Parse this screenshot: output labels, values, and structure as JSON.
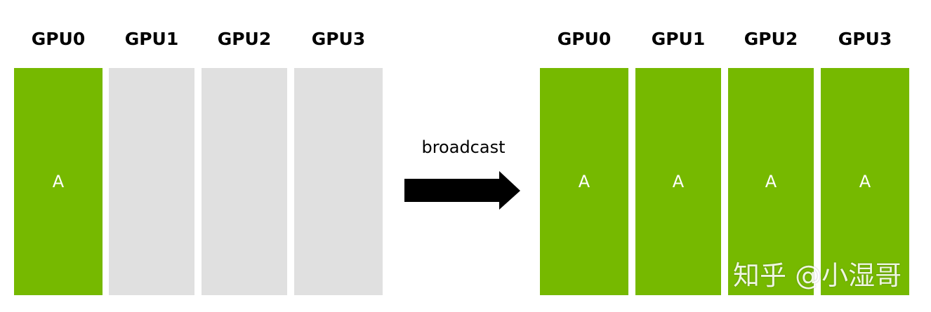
{
  "before": {
    "gpus": [
      {
        "label": "GPU0",
        "content": "A",
        "state": "filled"
      },
      {
        "label": "GPU1",
        "content": "",
        "state": "empty"
      },
      {
        "label": "GPU2",
        "content": "",
        "state": "empty"
      },
      {
        "label": "GPU3",
        "content": "",
        "state": "empty"
      }
    ]
  },
  "operation": {
    "label": "broadcast"
  },
  "after": {
    "gpus": [
      {
        "label": "GPU0",
        "content": "A",
        "state": "filled"
      },
      {
        "label": "GPU1",
        "content": "A",
        "state": "filled"
      },
      {
        "label": "GPU2",
        "content": "A",
        "state": "filled"
      },
      {
        "label": "GPU3",
        "content": "A",
        "state": "filled"
      }
    ]
  },
  "colors": {
    "filled": "#76b900",
    "empty": "#e0e0e0",
    "arrow": "#000000"
  },
  "watermark": "知乎 @小湿哥"
}
